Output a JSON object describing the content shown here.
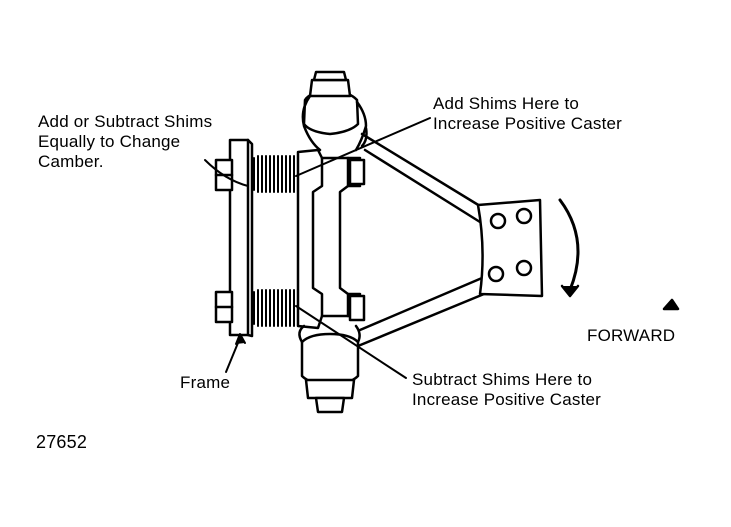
{
  "labels": {
    "camber": "Add or Subtract Shims\nEqually to Change\nCamber.",
    "add_shims": "Add Shims Here to\nIncrease Positive Caster",
    "subtract_shims": "Subtract Shims Here to\nIncrease Positive Caster",
    "frame": "Frame",
    "forward": "FORWARD"
  },
  "figure_number": "27652",
  "colors": {
    "ink": "#000000",
    "paper": "#ffffff"
  }
}
